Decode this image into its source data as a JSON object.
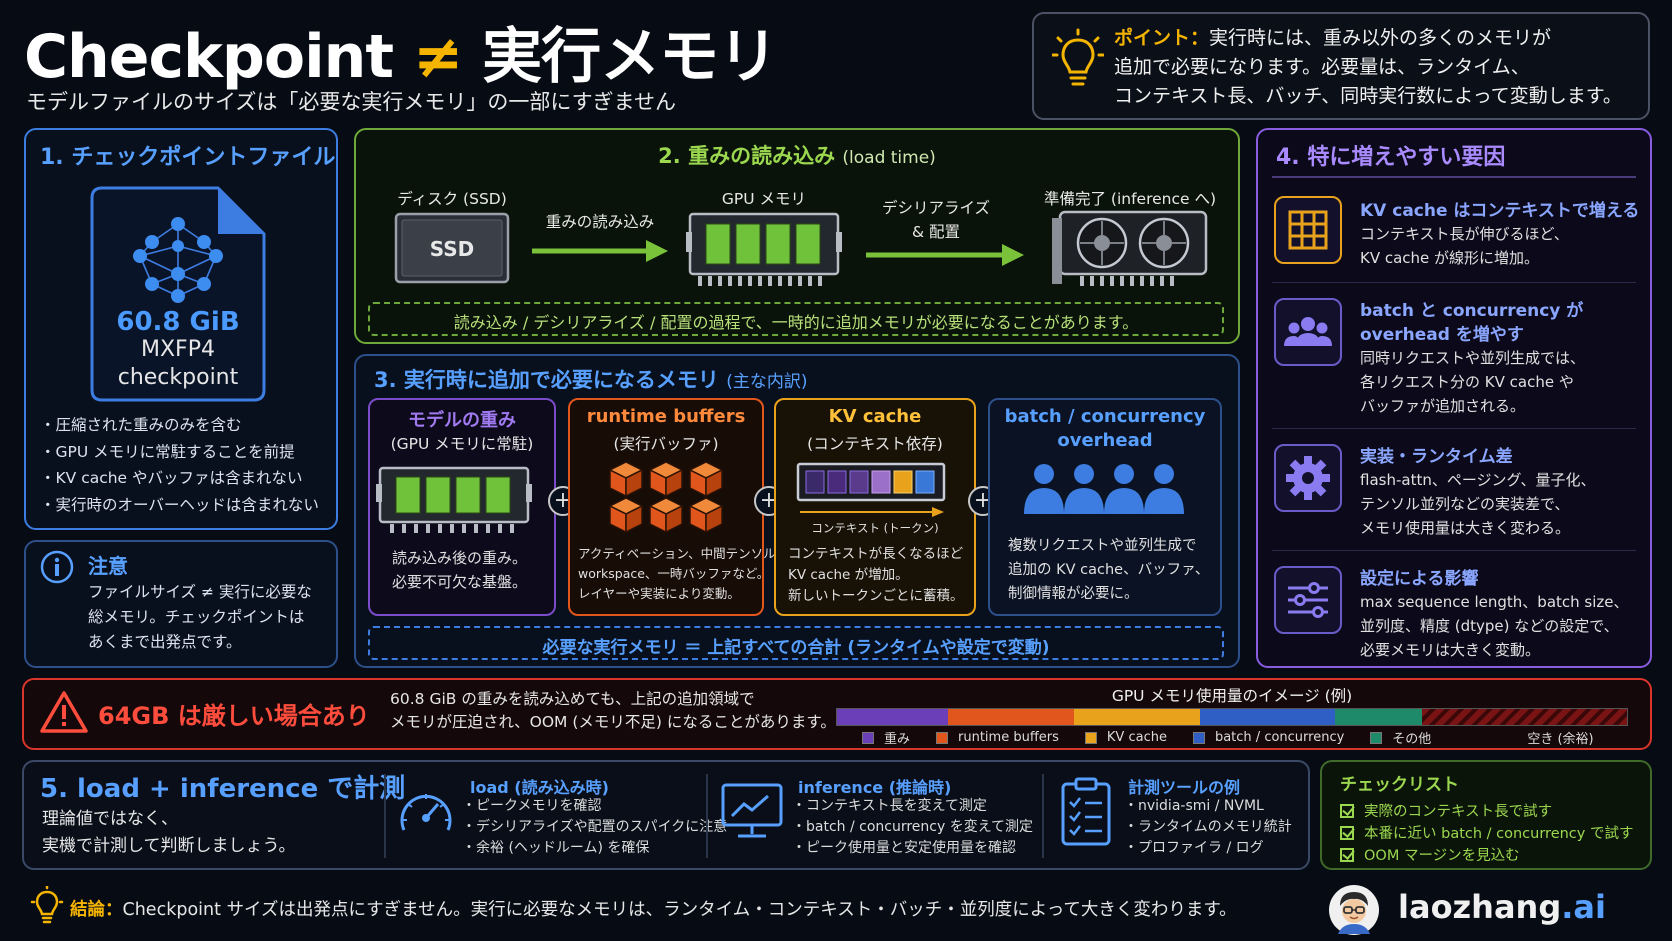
{
  "header": {
    "title_a": "Checkpoint",
    "title_ne": "≠",
    "title_b": "実行メモリ",
    "subtitle": "モデルファイルのサイズは「必要な実行メモリ」の一部にすぎません"
  },
  "point": {
    "label": "ポイント：",
    "line1": "実行時には、重み以外の多くのメモリが",
    "line2": "追加で必要になります。必要量は、ランタイム、",
    "line3": "コンテキスト長、バッチ、同時実行数によって変動します。"
  },
  "section1": {
    "title": "1. チェックポイントファイル",
    "size": "60.8 GiB",
    "format": "MXFP4",
    "kind": "checkpoint",
    "bullets": [
      "・圧縮された重みのみを含む",
      "・GPU メモリに常駐することを前提",
      "・KV cache やバッファは含まれない",
      "・実行時のオーバーヘッドは含まれない"
    ]
  },
  "note": {
    "title": "注意",
    "line1": "ファイルサイズ ≠ 実行に必要な",
    "line2": "総メモリ。チェックポイントは",
    "line3": "あくまで出発点です。"
  },
  "section2": {
    "title": "2. 重みの読み込み",
    "title_sub": "(load time)",
    "disk_label": "ディスク (SSD)",
    "ssd_text": "SSD",
    "arrow1_label": "重みの読み込み",
    "gpu_label": "GPU メモリ",
    "arrow2_line1": "デシリアライズ",
    "arrow2_line2": "& 配置",
    "ready_label": "準備完了 (inference へ)",
    "footer": "読み込み / デシリアライズ / 配置の過程で、一時的に追加メモリが必要になることがあります。"
  },
  "section3": {
    "title": "3. 実行時に追加で必要になるメモリ",
    "title_sub": "(主な内訳)",
    "boxes": [
      {
        "title": "モデルの重み",
        "sub": "(GPU メモリに常駐)",
        "body1": "読み込み後の重み。",
        "body2": "必要不可欠な基盤。",
        "body3": ""
      },
      {
        "title": "runtime buffers",
        "sub": "(実行バッファ)",
        "body1": "アクティベーション、中間テンソル、",
        "body2": "workspace、一時バッファなど。",
        "body3": "レイヤーや実装により変動。"
      },
      {
        "title": "KV cache",
        "sub": "(コンテキスト依存)",
        "axis": "コンテキスト (トークン)",
        "body1": "コンテキストが長くなるほど",
        "body2": "KV cache が増加。",
        "body3": "新しいトークンごとに蓄積。"
      },
      {
        "title": "batch / concurrency",
        "sub": "overhead",
        "body1": "複数リクエストや並列生成で",
        "body2": "追加の KV cache、バッファ、",
        "body3": "制御情報が必要に。"
      }
    ],
    "plus": "+",
    "footer": "必要な実行メモリ ＝ 上記すべての合計 (ランタイムや設定で変動)"
  },
  "section4": {
    "title": "4. 特に増えやすい要因",
    "items": [
      {
        "title": "KV cache はコンテキストで増える",
        "body1": "コンテキスト長が伸びるほど、",
        "body2": "KV cache が線形に増加。",
        "body3": ""
      },
      {
        "title": "batch と concurrency が",
        "title2": "overhead を増やす",
        "body1": "同時リクエストや並列生成では、",
        "body2": "各リクエスト分の KV cache や",
        "body3": "バッファが追加される。"
      },
      {
        "title": "実装・ランタイム差",
        "body1": "flash-attn、ページング、量子化、",
        "body2": "テンソル並列などの実装差で、",
        "body3": "メモリ使用量は大きく変わる。"
      },
      {
        "title": "設定による影響",
        "body1": "max sequence length、batch size、",
        "body2": "並列度、精度 (dtype) などの設定で、",
        "body3": "必要メモリは大きく変動。"
      }
    ]
  },
  "warning": {
    "title": "64GB は厳しい場合あり",
    "line1": "60.8 GiB の重みを読み込めても、上記の追加領域で",
    "line2": "メモリが圧迫され、OOM (メモリ不足) になることがあります。",
    "bar_title": "GPU メモリ使用量のイメージ (例)",
    "segments": [
      {
        "label": "重み",
        "share": 0.14,
        "color": "#6b3fb8"
      },
      {
        "label": "runtime buffers",
        "share": 0.16,
        "color": "#e0561c"
      },
      {
        "label": "KV cache",
        "share": 0.16,
        "color": "#e8a21c"
      },
      {
        "label": "batch / concurrency",
        "share": 0.17,
        "color": "#2f5fc4"
      },
      {
        "label": "その他",
        "share": 0.11,
        "color": "#1f8a6a"
      },
      {
        "label": "空き (余裕)",
        "share": 0.26,
        "color": "#7a1414"
      }
    ]
  },
  "section5": {
    "title": "5. load + inference で計測",
    "line1": "理論値ではなく、",
    "line2": "実機で計測して判断しましょう。",
    "cols": [
      {
        "title": "load (読み込み時)",
        "items": [
          "・ピークメモリを確認",
          "・デシリアライズや配置のスパイクに注意",
          "・余裕 (ヘッドルーム) を確保"
        ]
      },
      {
        "title": "inference (推論時)",
        "items": [
          "・コンテキスト長を変えて測定",
          "・batch / concurrency を変えて測定",
          "・ピーク使用量と安定使用量を確認"
        ]
      },
      {
        "title": "計測ツールの例",
        "items": [
          "・nvidia-smi / NVML",
          "・ランタイムのメモリ統計",
          "・プロファイラ / ログ"
        ]
      }
    ]
  },
  "checklist": {
    "title": "チェックリスト",
    "items": [
      "実際のコンテキスト長で試す",
      "本番に近い batch / concurrency で試す",
      "OOM マージンを見込む"
    ]
  },
  "conclusion": {
    "label": "結論：",
    "text": "Checkpoint サイズは出発点にすぎません。実行に必要なメモリは、ランタイム・コンテキスト・バッチ・並列度によって大きく変わります。"
  },
  "brand": {
    "name": "laozhang",
    "suffix": ".ai"
  },
  "colors": {
    "accent_blue": "#58a0ff",
    "accent_green": "#9bd84f",
    "accent_orange": "#f0a020",
    "accent_purple": "#8a5ce0",
    "warn_red": "#d9352b",
    "highlight_yellow": "#f5b400"
  }
}
